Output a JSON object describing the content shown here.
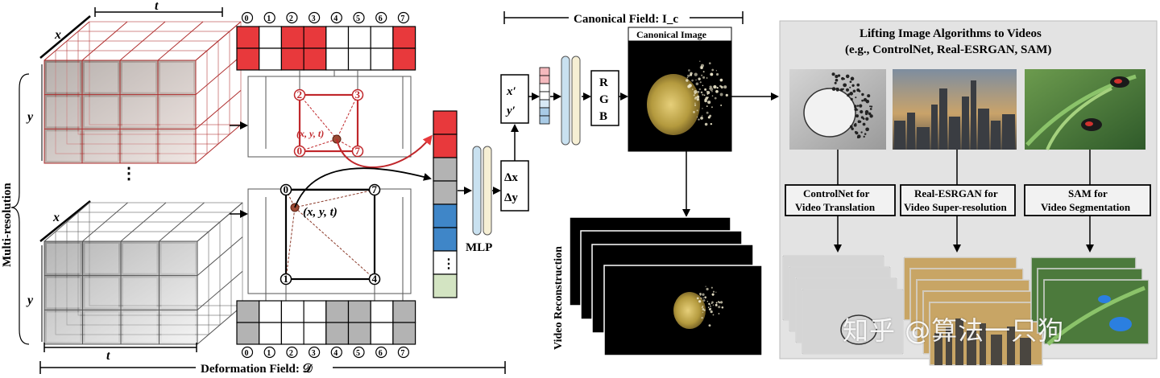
{
  "axes": {
    "t": "t",
    "x": "x",
    "y": "y"
  },
  "multires_label": "Multi-resolution",
  "ellipsis": "⋮",
  "grid_indices": [
    "0",
    "1",
    "2",
    "3",
    "4",
    "5",
    "6",
    "7"
  ],
  "corner_labels": {
    "c0": "0",
    "c1": "1",
    "c2": "2",
    "c3": "3",
    "c4": "4",
    "c7": "7"
  },
  "point_label": "(x, y, t)",
  "mlp_label": "MLP",
  "delta": {
    "dx": "Δx",
    "dy": "Δy"
  },
  "xy_prime": {
    "x": "x′",
    "y": "y′"
  },
  "rgb": [
    "R",
    "G",
    "B"
  ],
  "canonical_field_label": "Canonical Field: I_c",
  "canonical_image_label": "Canonical Image",
  "deformation_field_label": "Deformation Field: 𝒟",
  "video_reconstruction_label": "Video Reconstruction",
  "lifting": {
    "title_line1": "Lifting Image Algorithms to Videos",
    "title_line2": "(e.g., ControlNet, Real-ESRGAN, SAM)",
    "boxes": [
      {
        "line1": "ControlNet for",
        "line2": "Video Translation"
      },
      {
        "line1": "Real-ESRGAN for",
        "line2": "Video Super-resolution"
      },
      {
        "line1": "SAM for",
        "line2": "Video Segmentation"
      }
    ]
  },
  "watermark": "知乎 @算法一只狗",
  "colors": {
    "red": "#e8393c",
    "gray": "#b3b3b3",
    "blue": "#3f86c8",
    "green": "#d3e4c2",
    "mlp_blue": "#c9e1f0",
    "mlp_cream": "#f6efd4",
    "panel_bg": "#e3e3e3"
  }
}
